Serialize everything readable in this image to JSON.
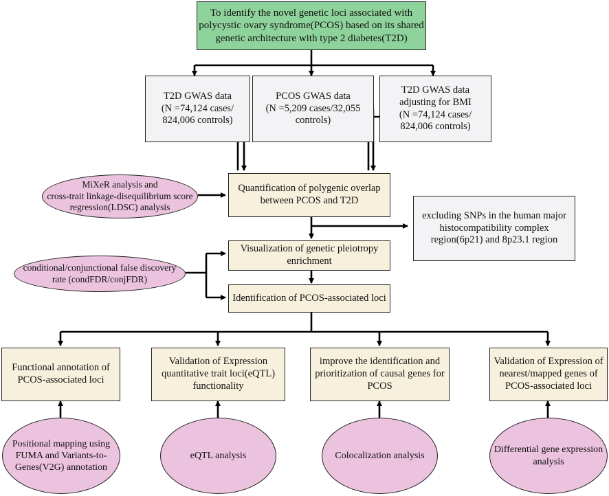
{
  "colors": {
    "title_box": "#8fd39c",
    "data_box": "#f3f3f5",
    "step_box": "#f6f0dc",
    "method_ellipse": "#ebc3de",
    "line": "#000000"
  },
  "title": "To identify the novel genetic loci associated with\npolycystic ovary syndrome(PCOS) based on its shared\ngenetic architecture with type 2 diabetes(T2D)",
  "datasets": {
    "t2d": "T2D GWAS data\n(N =74,124 cases/\n824,006 controls)",
    "pcos": "PCOS GWAS data\n(N =5,209 cases/32,055\ncontrols)",
    "t2d_bmi": "T2D GWAS data\nadjusting for BMI\n(N =74,124 cases/\n824,006 controls)"
  },
  "methods": {
    "mixer": "MiXeR analysis and\ncross-trait linkage-disequilibrium score\nregression(LDSC) analysis",
    "condfdr": "conditional/conjunctional false discovery\nrate (condFDR/conjFDR)"
  },
  "steps": {
    "quantification": "Quantification of polygenic overlap\nbetween PCOS and T2D",
    "exclusion": "excluding SNPs in the human major\nhistocompatibility complex\nregion(6p21) and 8p23.1 region",
    "visualization": "Visualization of genetic pleiotropy\nenrichment",
    "identification": "Identification of PCOS-associated loci"
  },
  "outcomes": [
    {
      "label": "Functional annotation of\nPCOS-associated loci",
      "method": "Positional mapping using\nFUMA and Variants-to-\nGenes(V2G) annotation"
    },
    {
      "label": "Validation of Expression\nquantitative trait loci(eQTL)\nfunctionality",
      "method": "eQTL analysis"
    },
    {
      "label": "improve the identification and\nprioritization of causal genes for\nPCOS",
      "method": "Colocalization analysis"
    },
    {
      "label": "Validation of Expression of\nnearest/mapped genes of\nPCOS-associated loci",
      "method": "Differential gene expression\nanalysis"
    }
  ]
}
